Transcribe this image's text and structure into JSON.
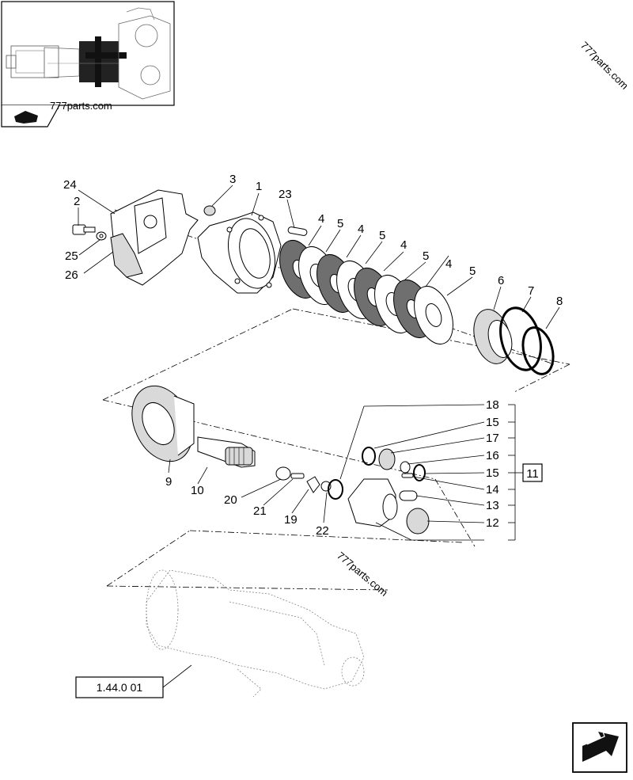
{
  "watermarks": [
    "777parts.com",
    "777parts.com",
    "777parts.com"
  ],
  "callouts": {
    "p1": "1",
    "p2": "2",
    "p3": "3",
    "p4a": "4",
    "p4b": "4",
    "p4c": "4",
    "p4d": "4",
    "p5a": "5",
    "p5b": "5",
    "p5c": "5",
    "p5d": "5",
    "p6": "6",
    "p7": "7",
    "p8": "8",
    "p9": "9",
    "p10": "10",
    "p11": "11",
    "p12": "12",
    "p13": "13",
    "p14": "14",
    "p15a": "15",
    "p15b": "15",
    "p16": "16",
    "p17": "17",
    "p18": "18",
    "p19": "19",
    "p20": "20",
    "p21": "21",
    "p22": "22",
    "p23": "23",
    "p24": "24",
    "p25": "25",
    "p26": "26"
  },
  "reference_box": "1.44.0 01",
  "icons": {
    "thumbnail": "axle-thumbnail-icon",
    "book": "book-icon",
    "next_page": "next-page-arrow-icon"
  }
}
